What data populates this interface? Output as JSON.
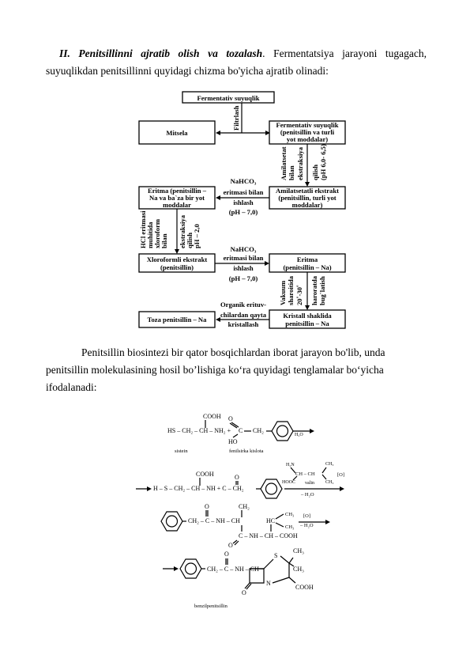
{
  "section": {
    "heading": "II.  Penitsillinni  ajratib  olish  va  tozalash",
    "text": ". Fermentatsiya  jarayoni  tugagach, suyuqlikdan penitsillinni quyidagi chizma bo'yicha ajratib olinadi:"
  },
  "scheme": {
    "top": "Fermentativ suyuqlik",
    "filtr": "Filtrlash",
    "mitsela": "Mitsela",
    "ferm2": [
      "Fermentativ suyuqlik",
      "(penitsillin va turli",
      "yot moddalar)"
    ],
    "amil_side": [
      "Amilatsetat",
      "bilan",
      "ekstraksiya",
      "qilish",
      "(pH 6,0- 6,5)"
    ],
    "nahco_1": [
      "NaHCO₃",
      "eritmasi bilan",
      "ishlash",
      "(pH – 7,0)"
    ],
    "eritma1": [
      "Eritma (penitsillin –",
      "Na va ba`za bir yot",
      "moddalar"
    ],
    "amil_ext": [
      "Amilatsetatli ekstrakt",
      "(penitsillin, turli yot",
      "moddalar)"
    ],
    "hcl_side": [
      "HCl eritmasi",
      "muhitida",
      "xloroform",
      "bilan",
      "ekstraksiya",
      "qilish",
      "pH – 2,0"
    ],
    "xloro": [
      "Xloroformli ekstrakt",
      "(penitsillin)"
    ],
    "nahco_2": [
      "NaHCO₃",
      "eritmasi bilan",
      "ishlash",
      "(pH – 7,0)"
    ],
    "eritma2": [
      "Eritma",
      "(penitsillin – Na)"
    ],
    "vak_side": [
      "Vakuum",
      "sharoitida",
      "20˚-30˚",
      "haroratda",
      "bug`latish"
    ],
    "organik": [
      "Organik erituv-",
      "chilardan qayta",
      "kristallash"
    ],
    "toza": "Toza penitsillin – Na",
    "kristall": [
      "Kristall shaklida",
      "penitsillin – Na"
    ]
  },
  "para2": {
    "lines": [
      "Penitsillin biosintezi bir qator bosqichlardan iborat jarayon bo'lib, unda",
      "penitsillin molekulasining hosil bo’lishiga ko‘ra quyidagi tenglamalar bo‘yicha",
      "ifodalanadi:"
    ]
  },
  "reaction": {
    "r1": "HS – CH₂ – CH – NH₂ +",
    "cooh": "COOH",
    "o": "O",
    "c": "C",
    "ho": "HO",
    "ch2": "CH₂",
    "h2o": "H₂O",
    "sistein": "sistein",
    "fenil": "fenilsirka kislota",
    "r2": "H – S – CH₂ – CH – NH + C – CH₂",
    "h2n": "H₂N",
    "chch": "CH – CH",
    "ch3": "CH₃",
    "hooc": "HOOC",
    "valin": "valin",
    "ox": "[O]",
    "mh2o": "– H₂O",
    "r3a": "CH₂ – C – NH – CH",
    "hc": "HC",
    "r3b": "C – NH – CH – COOH",
    "s": "S",
    "nh": "NH",
    "n": "N",
    "benzyl": "benzilpenitsillin"
  }
}
